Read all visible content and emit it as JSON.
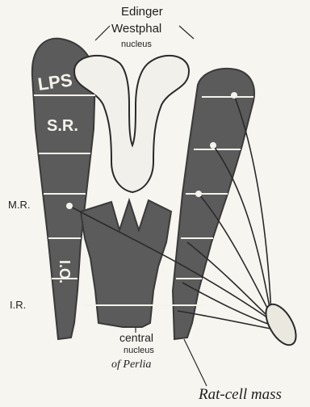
{
  "diagram": {
    "labels": {
      "edinger_line1": "Edinger",
      "edinger_line2": "Westphal",
      "edinger_line3": "nucleus",
      "lps": "LPS",
      "sr": "S.R.",
      "mr": "M.R.",
      "io": "I.O.",
      "ir": "I.R.",
      "central_line1": "central",
      "central_line2": "nucleus",
      "central_line3": "of Perlia",
      "rat_cell_mass": "Rat-cell mass"
    },
    "colors": {
      "nucleus_fill": "#5b5b5b",
      "ew_fill": "#f2f0ea",
      "ink": "#1e1e1e",
      "background": "#f7f5f0"
    }
  }
}
